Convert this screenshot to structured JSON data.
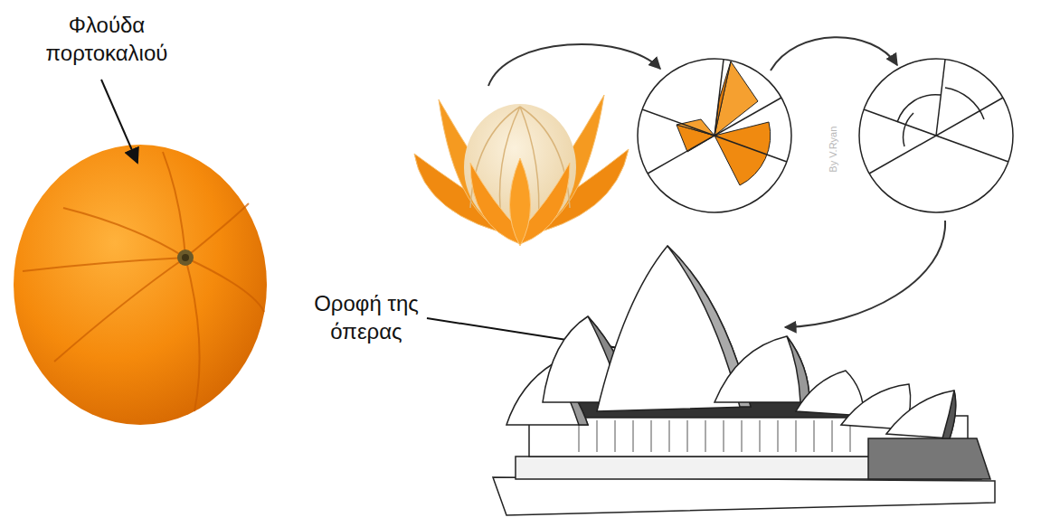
{
  "diagram": {
    "labels": [
      "Φλούδα πορτοκαλιού",
      "By V.Ryan",
      "Οροφή της όπερας"
    ]
  }
}
